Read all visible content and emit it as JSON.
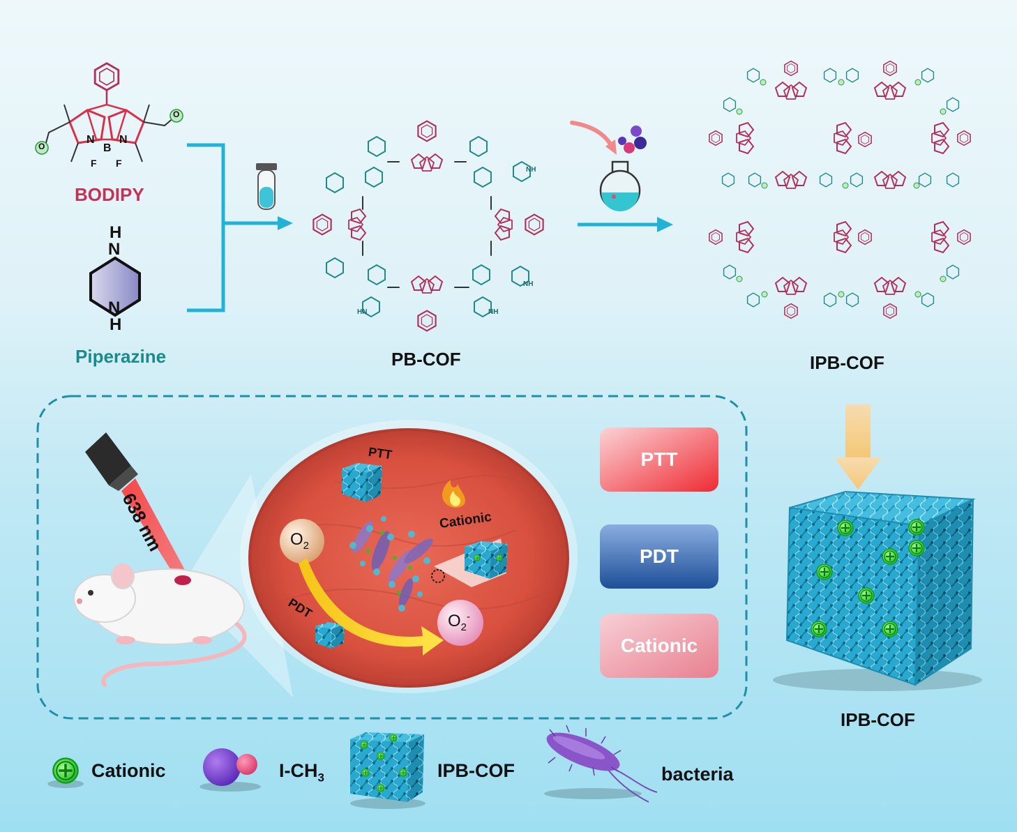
{
  "monomers": {
    "bodipy_label": "BODIPY",
    "piperazine_label": "Piperazine",
    "atoms": {
      "N": "N",
      "B": "B",
      "F": "F",
      "H": "H",
      "O": "O"
    }
  },
  "products": {
    "pb_cof_label": "PB-COF",
    "ipb_cof_label_top": "IPB-COF",
    "ipb_cof_label_cube": "IPB-COF"
  },
  "pb_cof_ring": {
    "nh_label": "NH",
    "hn_label": "HN"
  },
  "therapy": {
    "laser_label": "638 nm",
    "ptt_tag": "PTT",
    "pdt_tag": "PDT",
    "cationic_tag": "Cationic",
    "o2_base": "O",
    "o2_sub": "2",
    "o2_radical_sup": "-"
  },
  "mechanisms": {
    "ptt": "PTT",
    "pdt": "PDT",
    "cationic": "Cationic"
  },
  "legend": {
    "cationic": "Cationic",
    "ich3_base": "I-CH",
    "ich3_sub": "3",
    "ipb_cof": "IPB-COF",
    "bacteria": "bacteria"
  },
  "colors": {
    "bodipy_red": "#c23355",
    "piperazine_teal": "#1a8a8a",
    "arrow_cyan": "#22b2d6",
    "ptt_red": "#ef4a56",
    "pdt_blue": "#2a5fa8",
    "cationic_pink": "#ec8f9d",
    "cof_blue": "#29a9cf",
    "cation_green": "#33dd33"
  }
}
